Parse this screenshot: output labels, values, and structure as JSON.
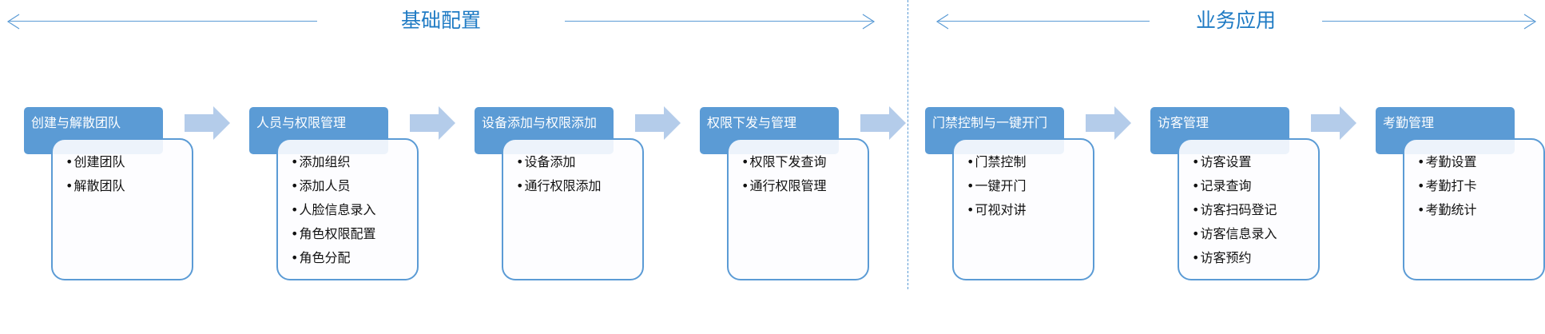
{
  "sections": [
    {
      "title": "基础配置"
    },
    {
      "title": "业务应用"
    }
  ],
  "colors": {
    "accent": "#5B9BD5",
    "title_text": "#1F7BC4",
    "flow_arrow": "#B4CCEA",
    "header_text": "#FFFFFF",
    "body_text": "#111111"
  },
  "modules": [
    {
      "title": "创建与解散团队",
      "items": [
        "创建团队",
        "解散团队"
      ]
    },
    {
      "title": "人员与权限管理",
      "items": [
        "添加组织",
        "添加人员",
        "人脸信息录入",
        "角色权限配置",
        "角色分配"
      ]
    },
    {
      "title": "设备添加与权限添加",
      "items": [
        "设备添加",
        "通行权限添加"
      ]
    },
    {
      "title": "权限下发与管理",
      "items": [
        "权限下发查询",
        "通行权限管理"
      ]
    },
    {
      "title": "门禁控制与一键开门",
      "items": [
        "门禁控制",
        "一键开门",
        "可视对讲"
      ]
    },
    {
      "title": "访客管理",
      "items": [
        "访客设置",
        "记录查询",
        "访客扫码登记",
        "访客信息录入",
        "访客预约"
      ]
    },
    {
      "title": "考勤管理",
      "items": [
        "考勤设置",
        "考勤打卡",
        "考勤统计"
      ]
    }
  ]
}
